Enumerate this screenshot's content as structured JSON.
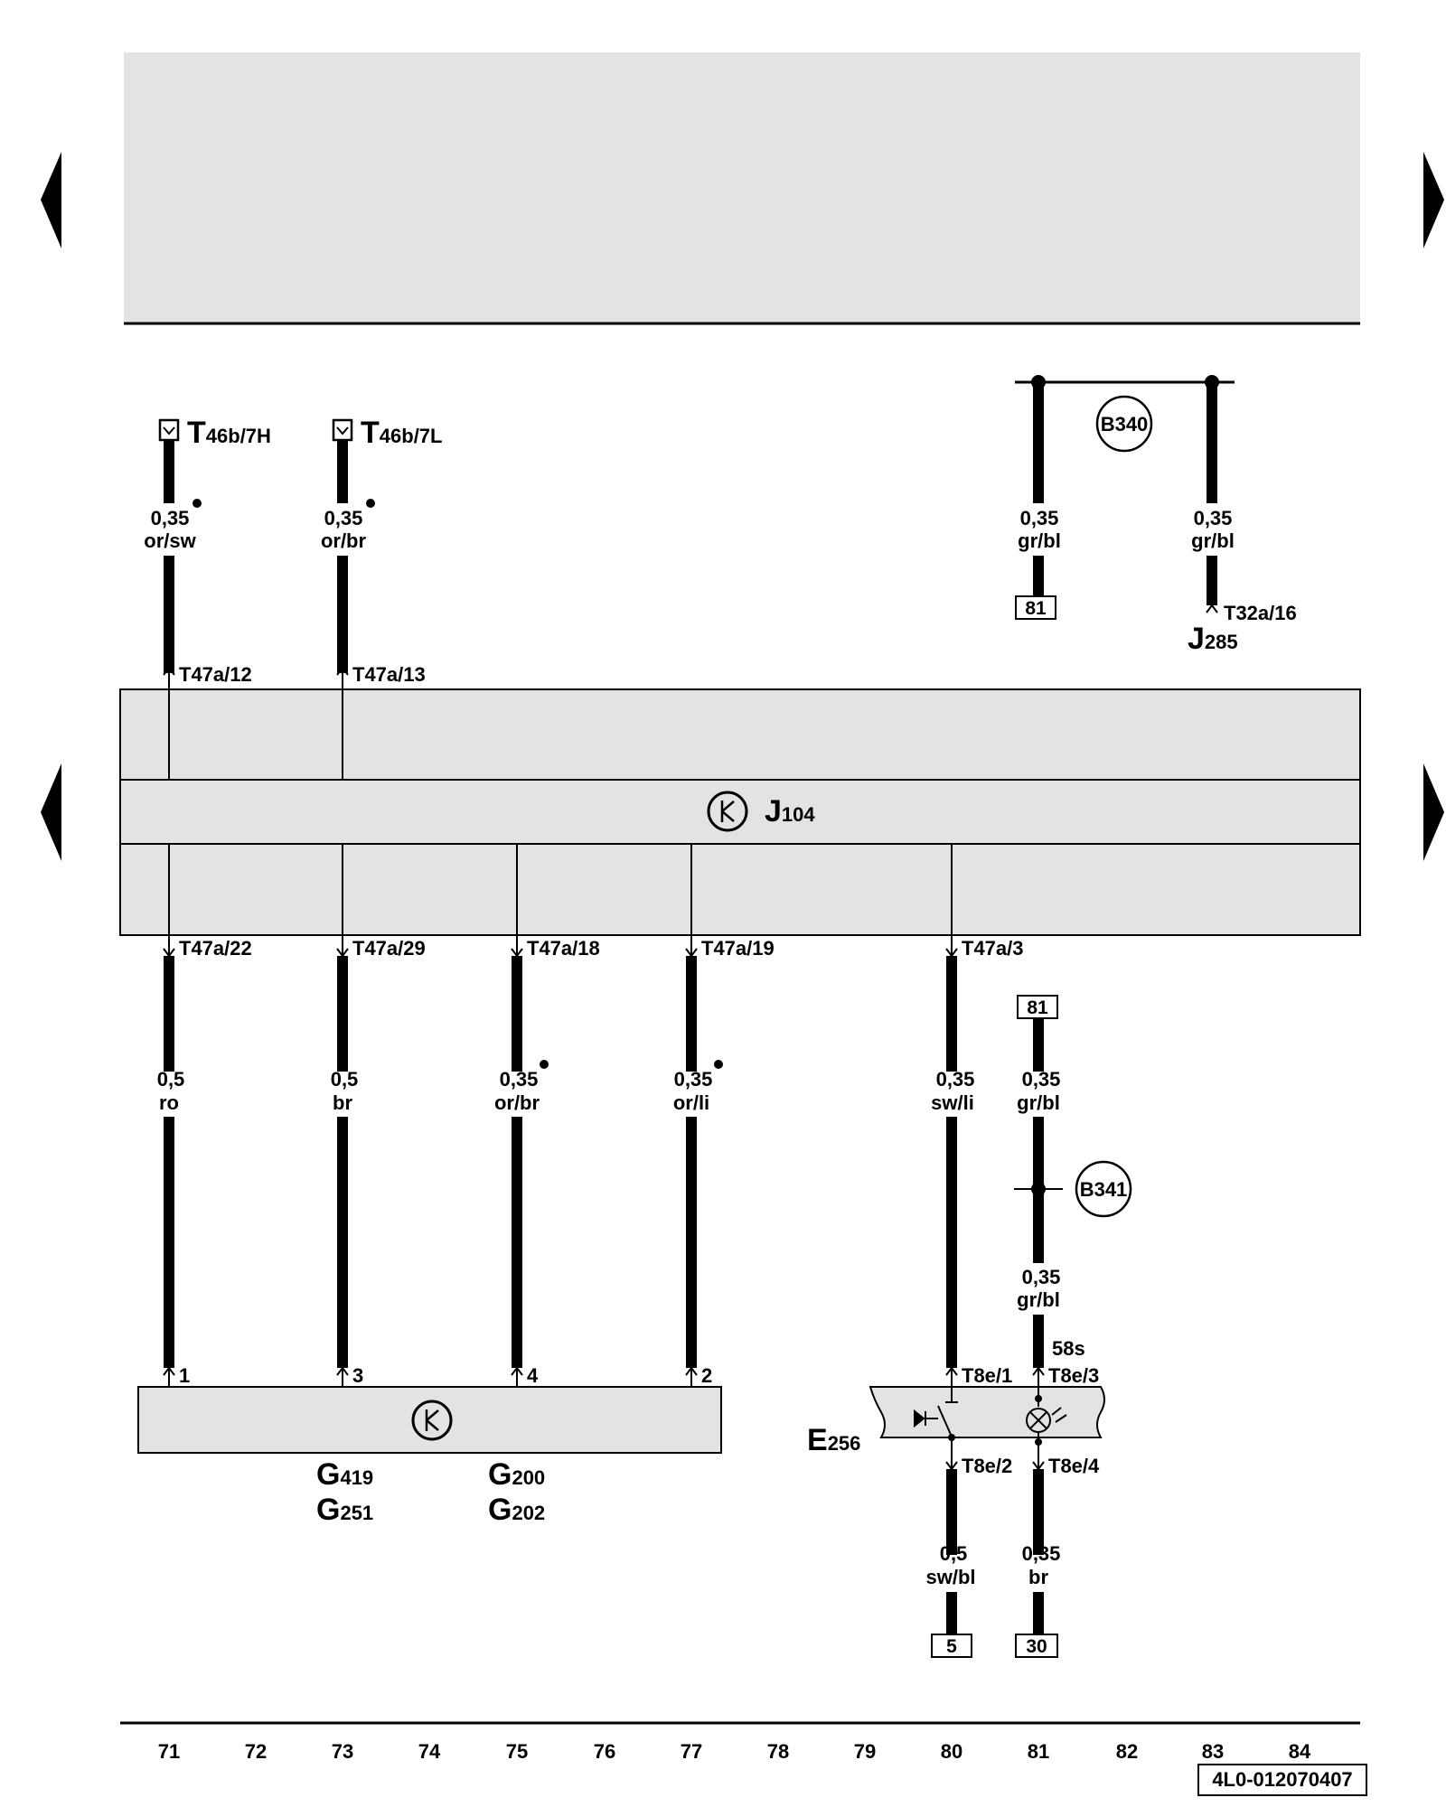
{
  "connectors_top": {
    "c1": "T46b/7H",
    "c2": "T46b/7L"
  },
  "wires": {
    "w_or_sw": {
      "size": "0,35",
      "color": "or/sw"
    },
    "w_or_br_top": {
      "size": "0,35",
      "color": "or/br"
    },
    "w_gr_bl_1": {
      "size": "0,35",
      "color": "gr/bl"
    },
    "w_gr_bl_2": {
      "size": "0,35",
      "color": "gr/bl"
    },
    "w_ro": {
      "size": "0,5",
      "color": "ro"
    },
    "w_br": {
      "size": "0,5",
      "color": "br"
    },
    "w_or_br_bot": {
      "size": "0,35",
      "color": "or/br"
    },
    "w_or_li": {
      "size": "0,35",
      "color": "or/li"
    },
    "w_sw_li": {
      "size": "0,35",
      "color": "sw/li"
    },
    "w_gr_bl_3": {
      "size": "0,35",
      "color": "gr/bl"
    },
    "w_gr_bl_4": {
      "size": "0,35",
      "color": "gr/bl"
    },
    "w_sw_bl": {
      "size": "0,5",
      "color": "sw/bl"
    },
    "w_br_bottom": {
      "size": "0,35",
      "color": "br"
    }
  },
  "pins": {
    "p_t47a_12": "T47a/12",
    "p_t47a_13": "T47a/13",
    "p_t47a_22": "T47a/22",
    "p_t47a_29": "T47a/29",
    "p_t47a_18": "T47a/18",
    "p_t47a_19": "T47a/19",
    "p_t47a_3": "T47a/3",
    "p_t32a_16": "T32a/16",
    "p_t8e_1": "T8e/1",
    "p_t8e_3": "T8e/3",
    "p_t8e_2": "T8e/2",
    "p_t8e_4": "T8e/4",
    "p_g1": "1",
    "p_g3": "3",
    "p_g4": "4",
    "p_g2": "2",
    "p_58s": "58s"
  },
  "components": {
    "j104": {
      "letter": "J",
      "sub": "104"
    },
    "j285": {
      "letter": "J",
      "sub": "285"
    },
    "e256": {
      "letter": "E",
      "sub": "256"
    },
    "g419": {
      "letter": "G",
      "sub": "419"
    },
    "g251": {
      "letter": "G",
      "sub": "251"
    },
    "g200": {
      "letter": "G",
      "sub": "200"
    },
    "g202": {
      "letter": "G",
      "sub": "202"
    }
  },
  "splices": {
    "b340": "B340",
    "b341": "B341"
  },
  "refs": {
    "r81_top": "81",
    "r81_mid": "81",
    "r5": "5",
    "r30": "30"
  },
  "columns": [
    "71",
    "72",
    "73",
    "74",
    "75",
    "76",
    "77",
    "78",
    "79",
    "80",
    "81",
    "82",
    "83",
    "84"
  ],
  "doc_code": "4L0-012070407"
}
